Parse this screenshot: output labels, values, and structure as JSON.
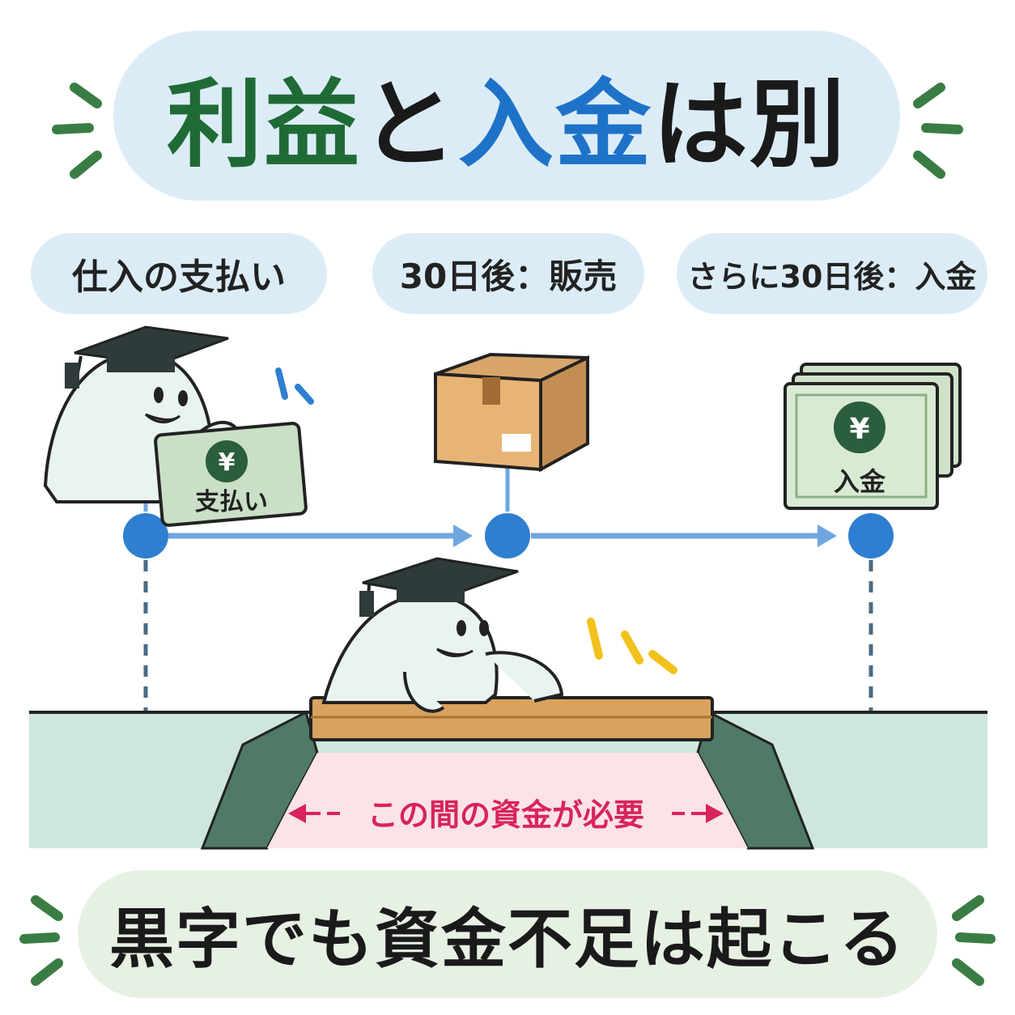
{
  "title": {
    "part1": "利益",
    "part2": "と",
    "part3": "入金",
    "part4": "は別"
  },
  "steps": [
    {
      "label": "仕入の支払い"
    },
    {
      "label": "30日後：販売"
    },
    {
      "label": "さらに30日後：入金"
    }
  ],
  "bill_payment_label": "支払い",
  "bill_deposit_label": "入金",
  "yen_symbol": "¥",
  "gap_label": "この間の資金が必要",
  "conclusion": "黒字でも資金不足は起こる",
  "colors": {
    "title_green": "#1f6b35",
    "title_blue": "#1e73c8",
    "timeline_blue": "#2f7fd0",
    "gap_red": "#d8245a",
    "pill_blue": "#dcecf7",
    "pill_green": "#e6f1e4"
  },
  "icons": [
    "graduation-cap-icon",
    "yen-bill-icon",
    "cardboard-box-icon",
    "yen-bill-stack-icon",
    "timeline-node-icon",
    "arrow-right-icon",
    "double-arrow-icon"
  ]
}
